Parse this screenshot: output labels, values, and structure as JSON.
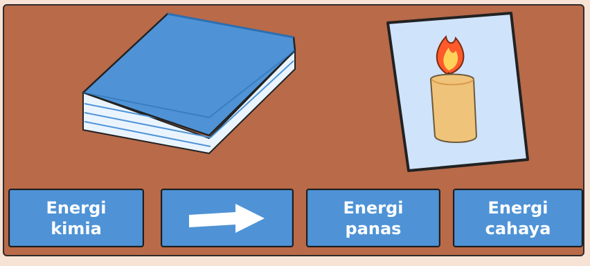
{
  "illustrations": {
    "left": {
      "icon": "book-icon",
      "colors": {
        "cover": "#4f93d6",
        "pages": "#eaf4ff"
      }
    },
    "right": {
      "icon": "candle-icon",
      "colors": {
        "card": "#cfe3fb",
        "flame": "#ff5a2a",
        "wax": "#f0c37a"
      }
    }
  },
  "cards": [
    {
      "line1": "Energi",
      "line2": "kimia"
    },
    {
      "icon": "arrow-right-icon"
    },
    {
      "line1": "Energi",
      "line2": "panas"
    },
    {
      "line1": "Energi",
      "line2": "cahaya"
    }
  ],
  "colors": {
    "background": "#f7e3d6",
    "stage": "#b86a49",
    "card": "#4f93d6",
    "text": "#ffffff",
    "border": "#2f2a2a"
  }
}
